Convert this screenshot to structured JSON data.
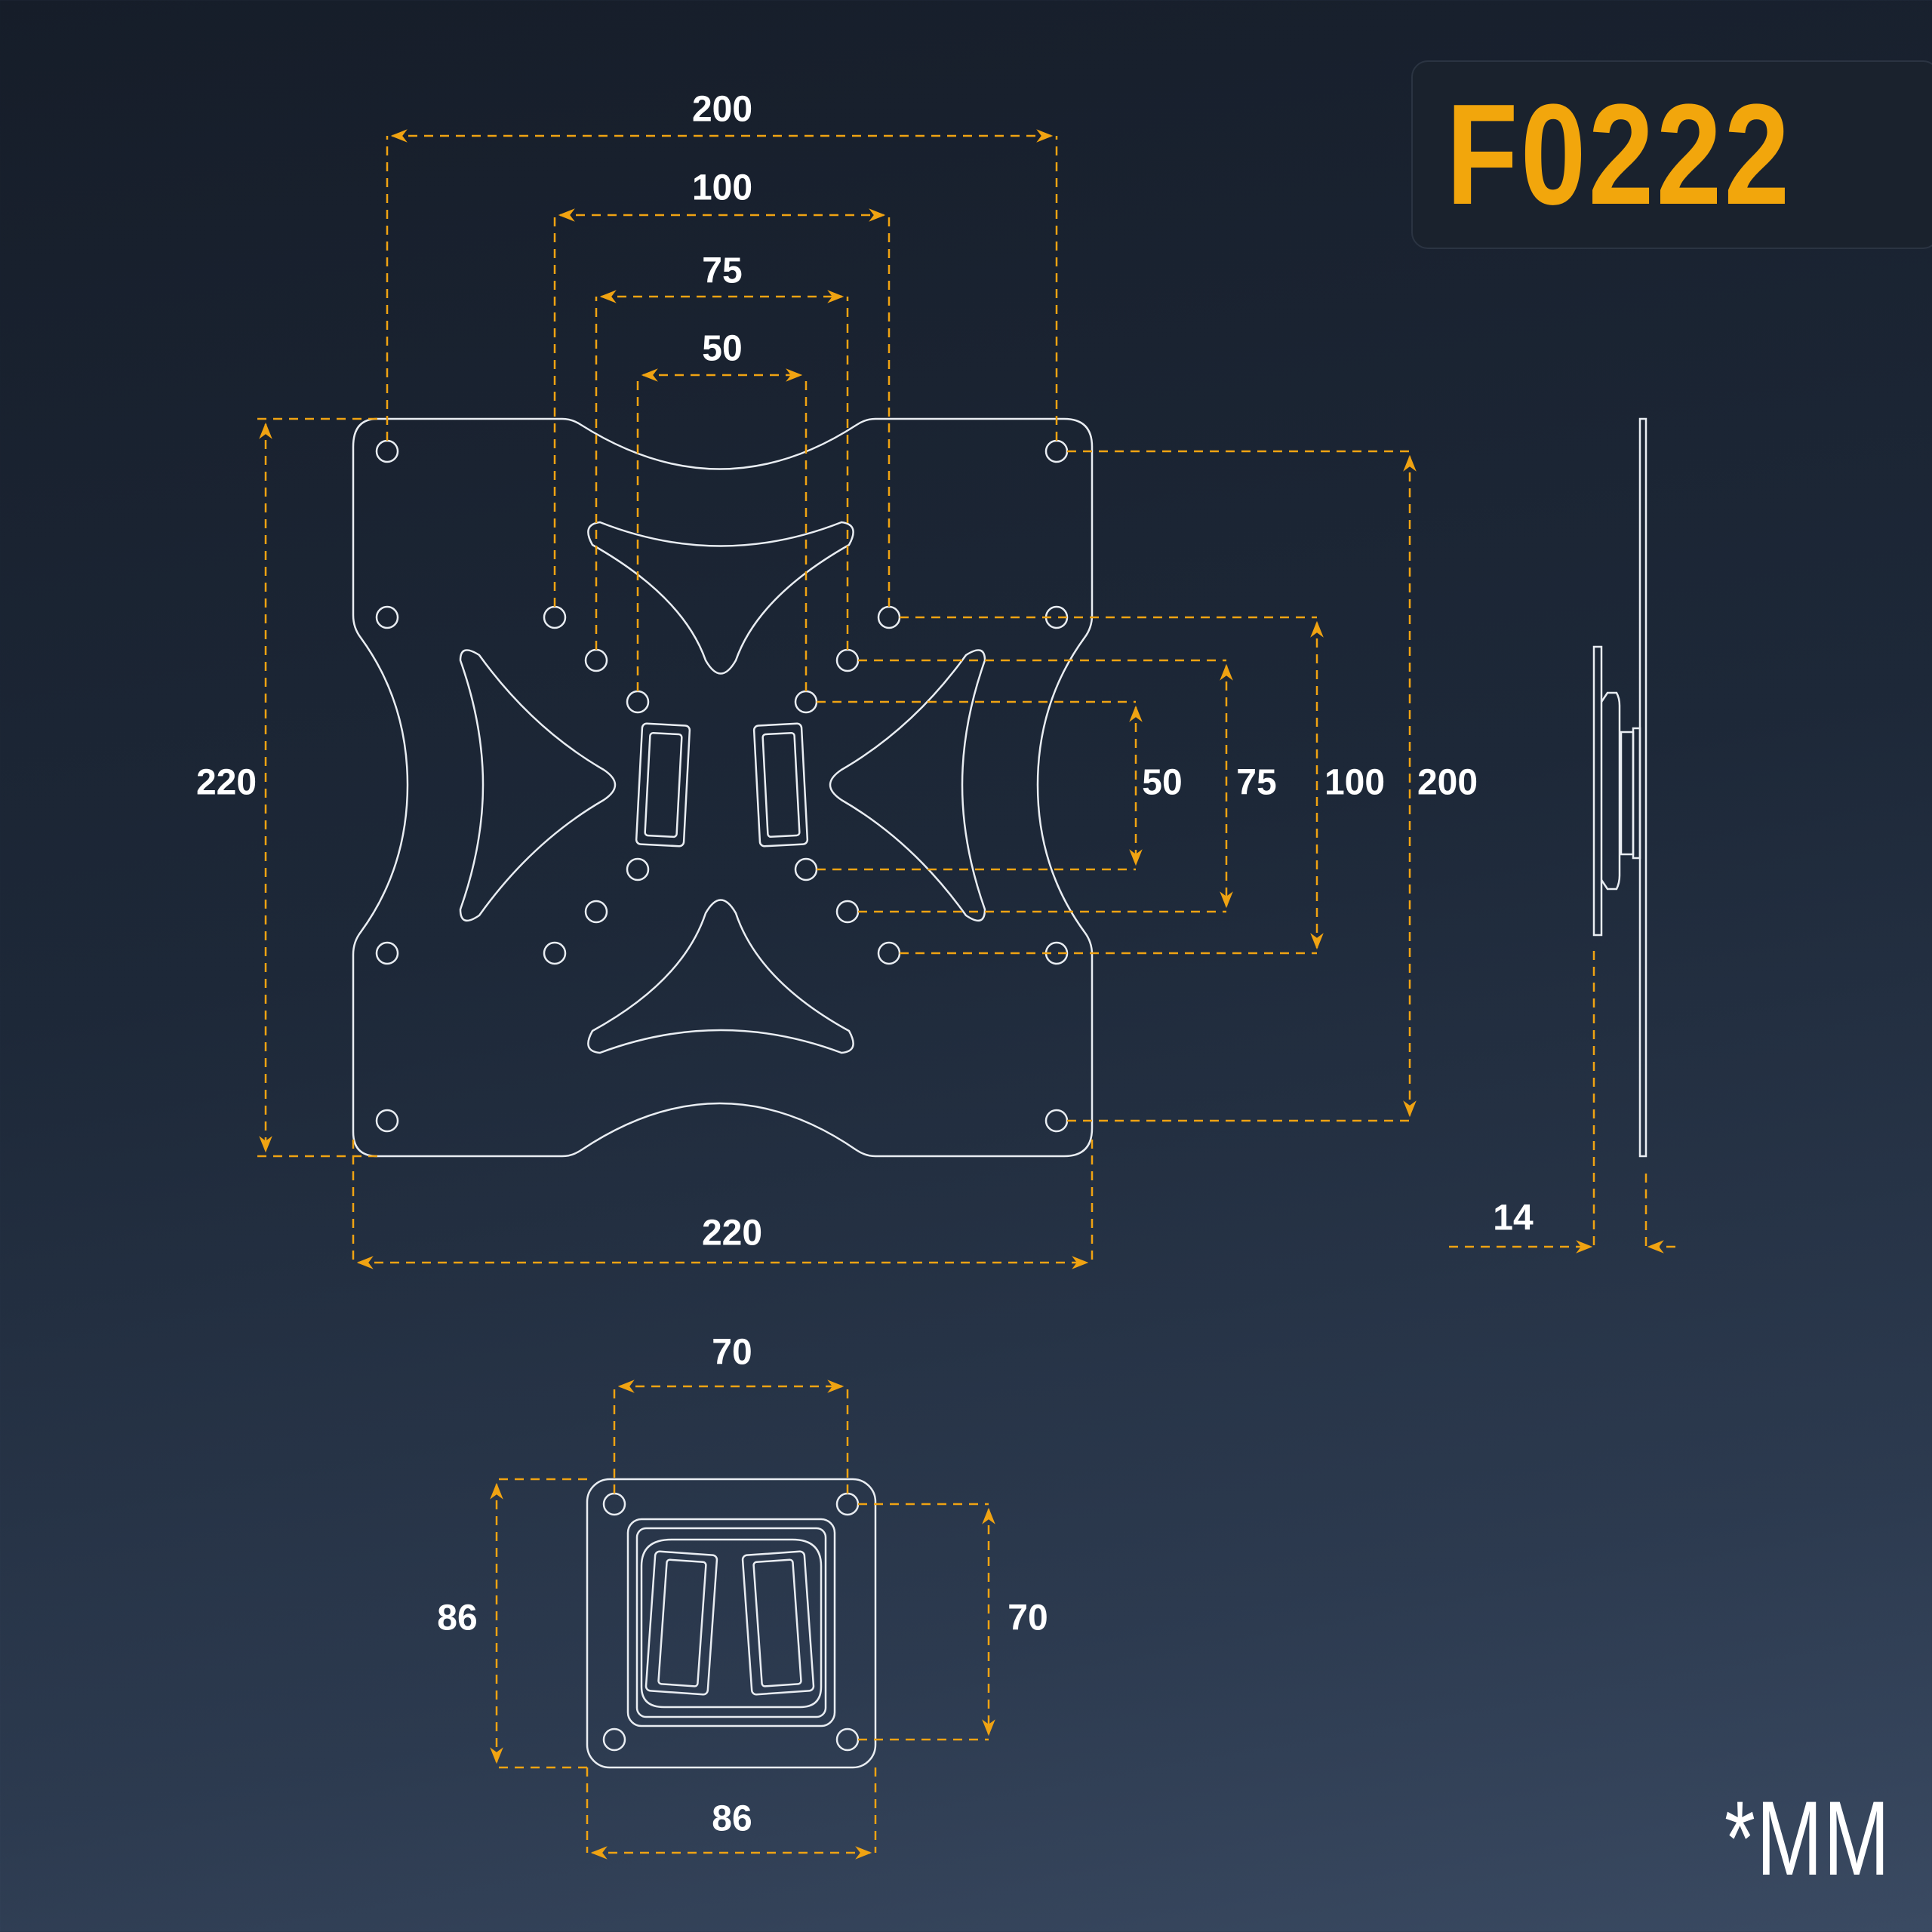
{
  "model": "F0222",
  "unit_note": "*MM",
  "dimensions": {
    "front_top_200": "200",
    "front_top_100": "100",
    "front_top_75": "75",
    "front_top_50": "50",
    "front_height": "220",
    "front_width": "220",
    "right_50": "50",
    "right_75": "75",
    "right_100": "100",
    "right_200": "200",
    "side_depth": "14",
    "bottom_top_70": "70",
    "bottom_height_86": "86",
    "bottom_right_70": "70",
    "bottom_width_86": "86"
  },
  "colors": {
    "accent": "#f0a312",
    "line": "#e9edf2",
    "text": "#ffffff"
  }
}
